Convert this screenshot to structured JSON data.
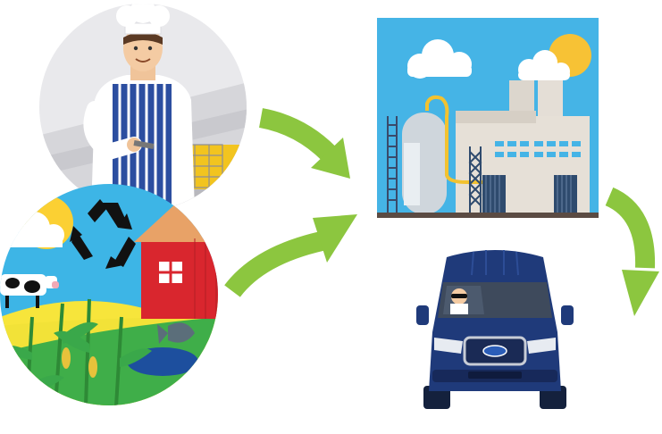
{
  "diagram": {
    "nodes": [
      {
        "id": "chef-circle",
        "icon": "chef-frying-icon"
      },
      {
        "id": "farm-circle",
        "icon": "farm-recycling-icon"
      },
      {
        "id": "refinery-panel",
        "icon": "refinery-factory-icon"
      },
      {
        "id": "van",
        "icon": "delivery-van-icon"
      }
    ],
    "edges": [
      {
        "from": "chef-circle",
        "to": "refinery-panel"
      },
      {
        "from": "farm-circle",
        "to": "refinery-panel"
      },
      {
        "from": "refinery-panel",
        "to": "van"
      }
    ],
    "colors": {
      "arrow": "#8cc63f",
      "sky": "#45b4e6",
      "van": "#1f3a7a",
      "barn": "#d9262e",
      "field": "#3fae49"
    }
  }
}
